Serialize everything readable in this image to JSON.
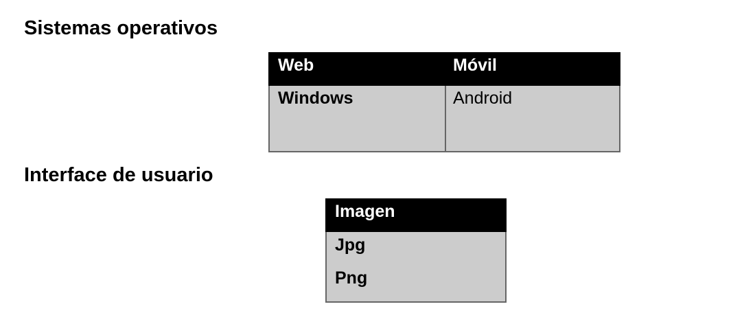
{
  "sections": {
    "operating_systems": {
      "title": "Sistemas operativos",
      "headers": [
        "Web",
        "Móvil"
      ],
      "rows": [
        [
          "Windows",
          "Android"
        ]
      ]
    },
    "user_interface": {
      "title": "Interface de usuario",
      "header": "Imagen",
      "items": [
        "Jpg",
        "Png"
      ]
    }
  },
  "colors": {
    "header_background": "#000000",
    "header_text": "#ffffff",
    "cell_background": "#cccccc",
    "cell_border": "#666666"
  }
}
